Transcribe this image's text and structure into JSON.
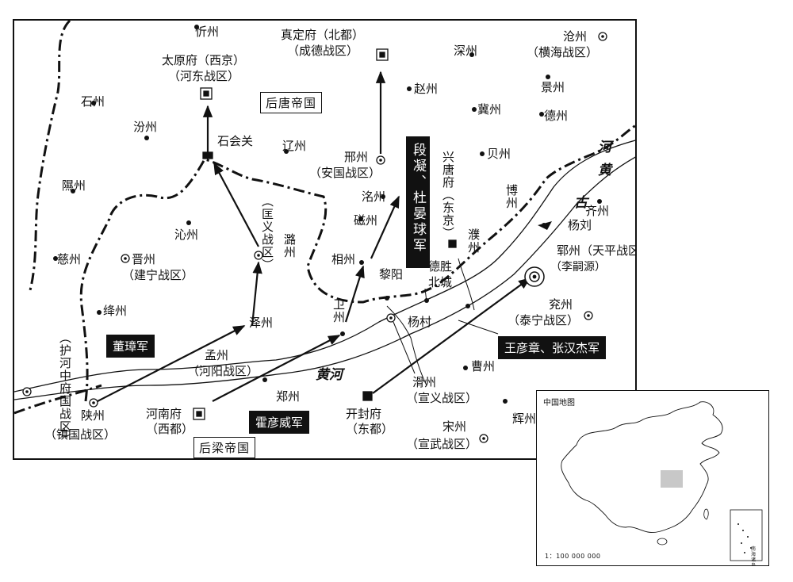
{
  "empires": {
    "later_tang": "后唐帝国",
    "later_liang": "后梁帝国"
  },
  "places": {
    "xinzhou": "忻州",
    "zhending": [
      "真定府（北都）",
      "（成德战区）"
    ],
    "taiyuan": [
      "太原府（西京）",
      "（河东战区）"
    ],
    "shizhou": "石州",
    "fenzhou": "汾州",
    "shihuiguan": "石会关",
    "liaozhou": "辽州",
    "xizhou": "隰州",
    "qinzhou": "沁州",
    "cizhou": "慈州",
    "jinzhou": [
      "晋州",
      "（建宁战区）"
    ],
    "jiangzhou": "绛州",
    "luzhou_v": "潞州",
    "kuangyi_v": "（匡义战区）",
    "zezhou": "泽州",
    "huhe_v": "（护河中府国战区）",
    "shanzhou": [
      "陕州",
      "（镇国战区）"
    ],
    "mengzhou": [
      "孟州",
      "（河阳战区）"
    ],
    "henanfu": [
      "河南府",
      "（西都）"
    ],
    "zhengzhou": "郑州",
    "kaifeng": [
      "开封府",
      "（东都）"
    ],
    "huazhou": [
      "滑州",
      "（宣义战区）"
    ],
    "songzhou": [
      "宋州",
      "（宣武战区）"
    ],
    "huizhou": "辉州",
    "caozhou": "曹州",
    "yanzhou": [
      "兖州",
      "（泰宁战区）"
    ],
    "yunzhou": [
      "郓州（天平战区）",
      "（李嗣源）"
    ],
    "yangliu": "杨刘",
    "jizhou_q": "齐州",
    "bozhou_v": "博州",
    "puzhou_v": "濮州",
    "beizhou": "贝州",
    "jizhou_j": "冀州",
    "zhaozhou": "赵州",
    "shenzhou": "深州",
    "cangzhou": [
      "沧州",
      "（横海战区）"
    ],
    "jingzhou": "景州",
    "dezhou": "德州",
    "xingzhou": [
      "邢州",
      "（安国战区）"
    ],
    "mingzhou": "洺州",
    "cizhou_m": "磁州",
    "xiangzhou": "相州",
    "liyang": "黎阳",
    "weizhou_v": "卫州",
    "yangcun": "杨村",
    "desheng": [
      "德胜",
      "北城"
    ],
    "xingtang_v": "兴唐府（东京）"
  },
  "rivers": {
    "yellow_h": "黄河",
    "gu_h": "古",
    "he_v": "河黄"
  },
  "armies": {
    "dong_zhang": "董璋军",
    "huo_yanwei": "霍彦威军",
    "wang_zhang": "王彦章、张汉杰军",
    "duan_du": "段凝、杜晏球军"
  },
  "inset": {
    "title": "中国地图",
    "scale": "1：100 000 000",
    "nanhai": "南海诸岛"
  }
}
